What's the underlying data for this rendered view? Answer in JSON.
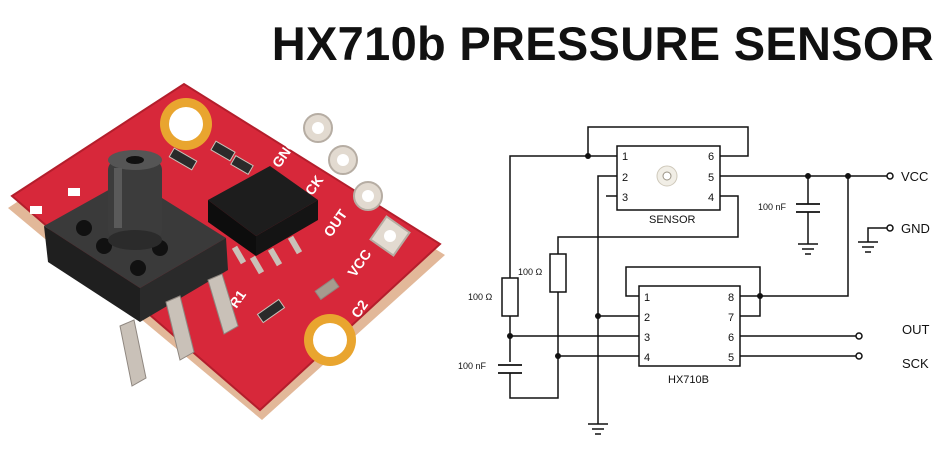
{
  "title": "HX710b PRESSURE SENSOR",
  "board": {
    "silk": [
      "GNC",
      "SCK",
      "OUT",
      "VCC",
      "C2",
      "R1"
    ]
  },
  "sensor_chip": {
    "label": "SENSOR",
    "pins": [
      "1",
      "2",
      "3",
      "4",
      "5",
      "6"
    ]
  },
  "hx_chip": {
    "label": "HX710B",
    "pins": [
      "1",
      "2",
      "3",
      "4",
      "5",
      "6",
      "7",
      "8"
    ]
  },
  "components": {
    "cap_vcc": "100 nF",
    "res_1": "100 Ω",
    "res_2": "100 Ω",
    "cap_bottom": "100 nF"
  },
  "terminals": {
    "vcc": "VCC",
    "gnd": "GND",
    "out": "OUT",
    "sck": "SCK"
  }
}
